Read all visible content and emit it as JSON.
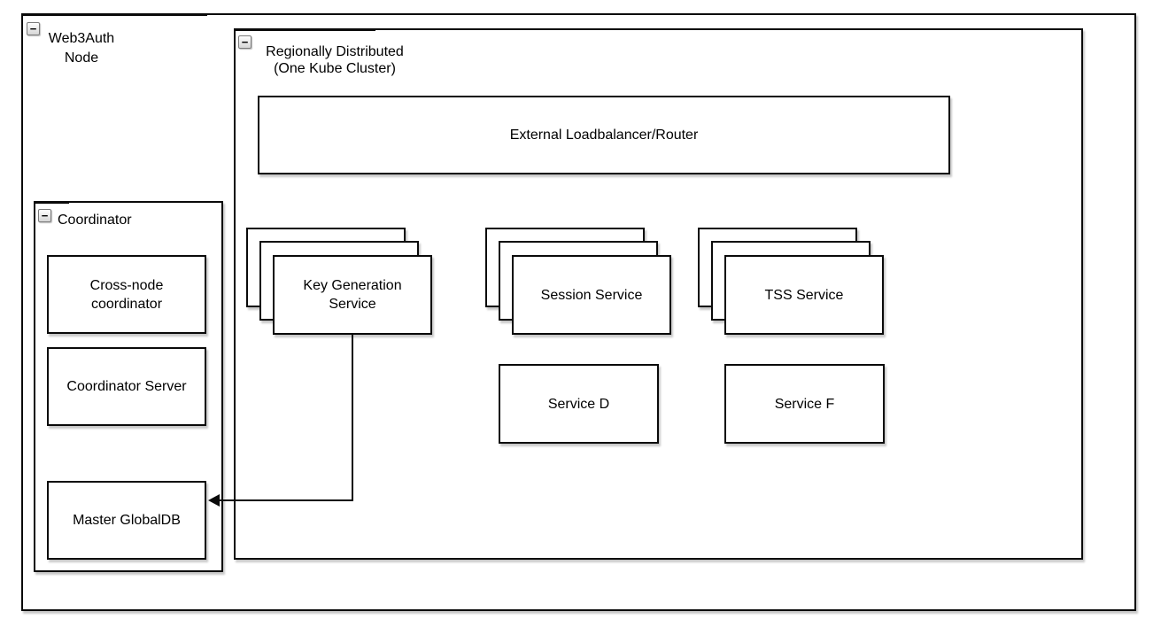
{
  "colors": {
    "stroke": "#0a0a0a",
    "fill": "#ffffff",
    "background": "#ffffff"
  },
  "icons": {
    "collapse_glyph": "−",
    "collapse_meaning": "collapse-container-minus"
  },
  "containers": {
    "web3auth_node": {
      "lines": [
        "Web3Auth",
        "Node"
      ]
    },
    "regionally_distributed": {
      "lines": [
        "Regionally Distributed",
        "(One Kube Cluster)"
      ]
    },
    "coordinator": {
      "label": "Coordinator"
    }
  },
  "nodes": {
    "elb": {
      "label": "External Loadbalancer/Router"
    },
    "keygen": {
      "lines": [
        "Key Generation",
        "Service"
      ],
      "replicas_shown": 3
    },
    "session": {
      "label": "Session Service",
      "replicas_shown": 3
    },
    "tss": {
      "label": "TSS Service",
      "replicas_shown": 3
    },
    "service_d": {
      "label": "Service D"
    },
    "service_f": {
      "label": "Service F"
    },
    "cross_node": {
      "lines": [
        "Cross-node",
        "coordinator"
      ]
    },
    "coordinator_server": {
      "label": "Coordinator Server"
    },
    "master_globaldb": {
      "label": "Master GlobalDB"
    }
  },
  "edges": [
    {
      "from": "Key Generation Service",
      "to": "Master GlobalDB",
      "style": "orthogonal",
      "arrowhead": "solid-left"
    }
  ]
}
